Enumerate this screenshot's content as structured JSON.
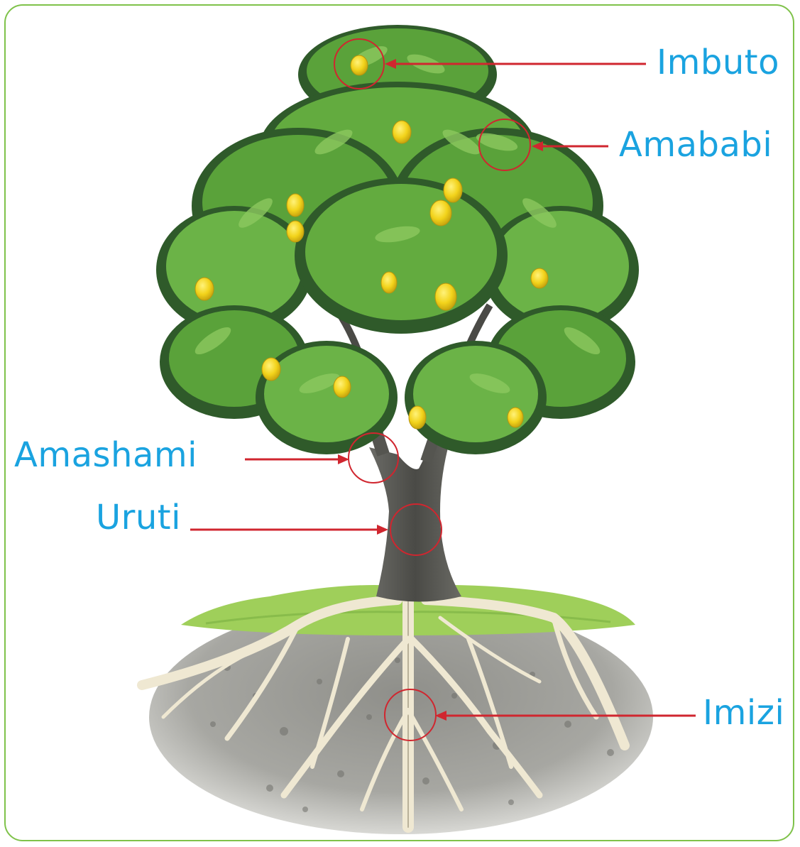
{
  "labels": {
    "fruit": "Imbuto",
    "leaves": "Amababi",
    "branches": "Amashami",
    "trunk": "Uruti",
    "roots": "Imizi"
  },
  "colors": {
    "frame": "#7fc24a",
    "label_text": "#1aa3e0",
    "pointer": "#d0262f",
    "leaf": "#5aa23a",
    "leaf_dark": "#2f5a2a",
    "mango": "#f2d31b",
    "trunk": "#5a5a55",
    "grass": "#9fcf5a",
    "soil": "#9a9a95",
    "root": "#efe8d2"
  }
}
